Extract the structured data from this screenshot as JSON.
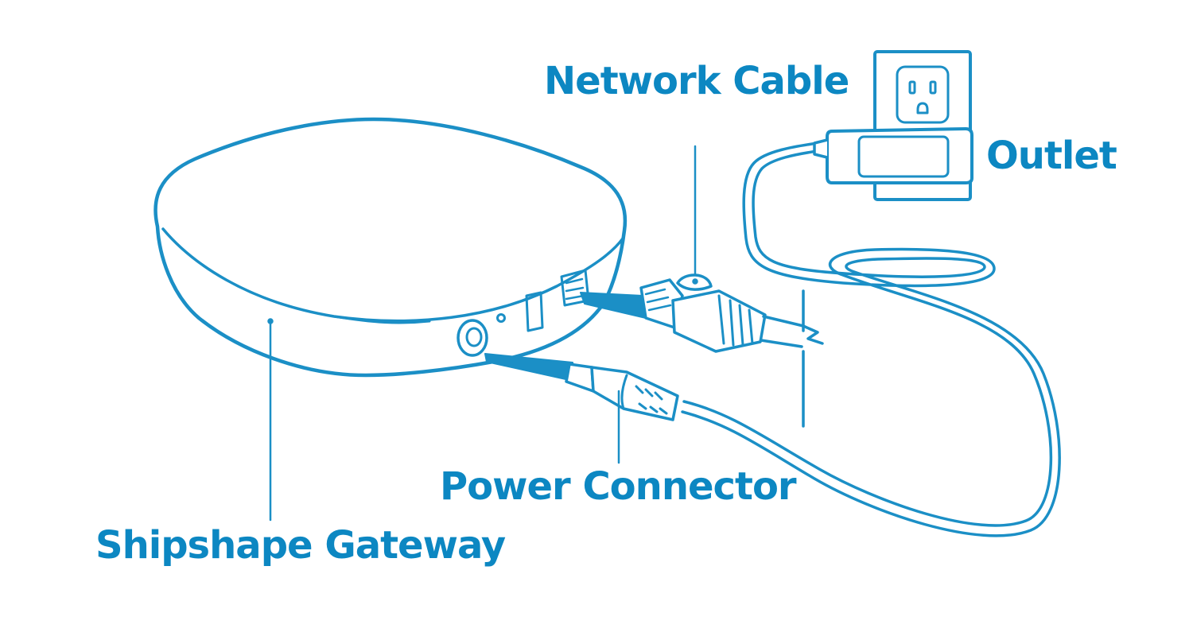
{
  "colors": {
    "line": "#1b8fc6",
    "label": "#0c87c2",
    "fill": "#ffffff"
  },
  "labels": {
    "network_cable": "Network Cable",
    "outlet": "Outlet",
    "power_connector": "Power Connector",
    "gateway": "Shipshape Gateway"
  }
}
